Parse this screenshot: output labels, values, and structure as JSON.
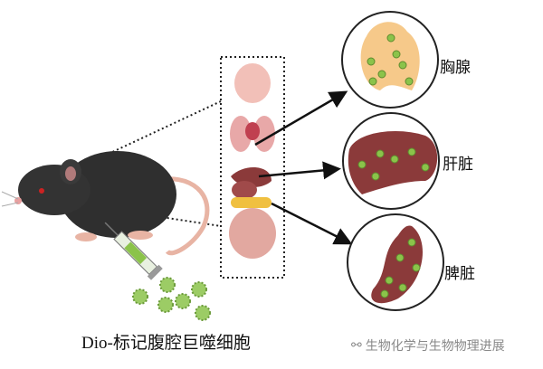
{
  "labels": {
    "thymus": "胸腺",
    "liver": "肝脏",
    "spleen": "脾脏"
  },
  "caption": "Dio-标记腹腔巨噬细胞",
  "watermark": "生物化学与生物物理进展",
  "colors": {
    "cell_green": "#8bc34a",
    "organ_red": "#8b3a3a",
    "thymus": "#f6c98a",
    "mouse": "#2f2f2f"
  }
}
